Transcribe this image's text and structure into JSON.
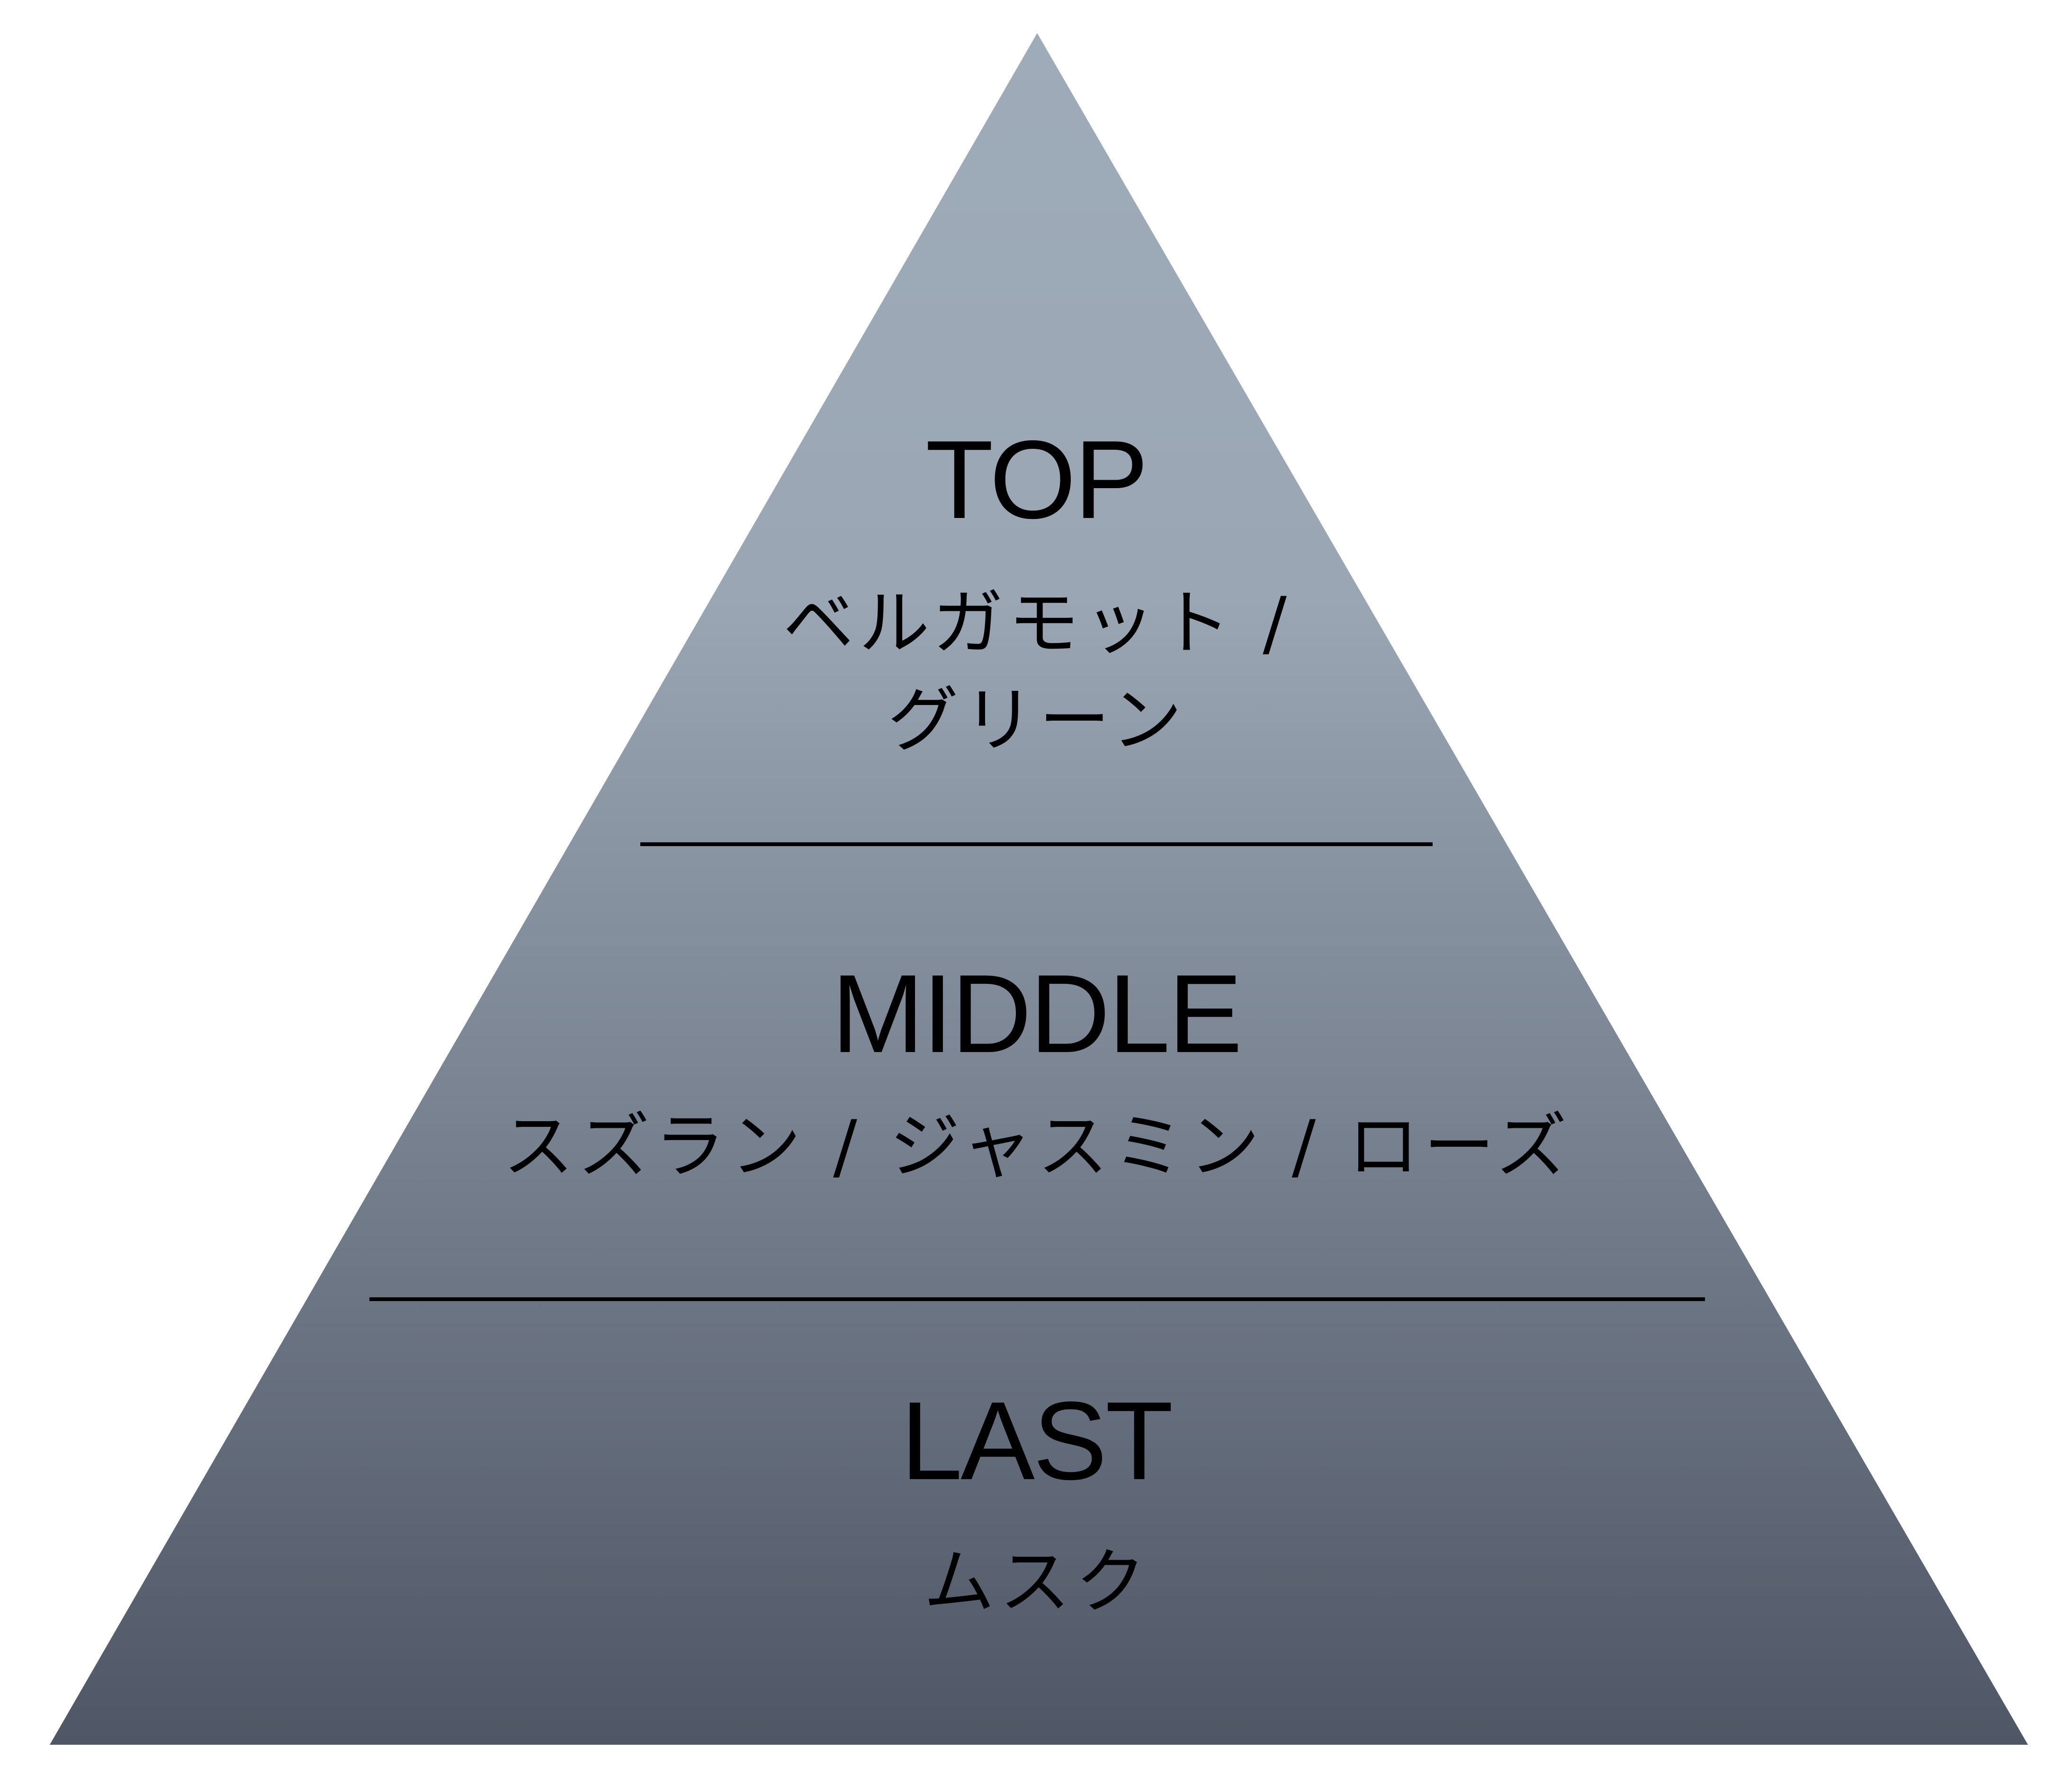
{
  "diagram": {
    "type": "fragrance-pyramid",
    "colors": {
      "gradient_top": "#9eabb9",
      "gradient_bottom": "#4f5665",
      "divider": "#000000",
      "text": "#000000",
      "background": "#ffffff"
    },
    "tiers": [
      {
        "title": "TOP",
        "notes_lines": [
          "ベルガモット /",
          "グリーン"
        ]
      },
      {
        "title": "MIDDLE",
        "notes_lines": [
          "スズラン / ジャスミン / ローズ"
        ]
      },
      {
        "title": "LAST",
        "notes_lines": [
          "ムスク"
        ]
      }
    ]
  }
}
